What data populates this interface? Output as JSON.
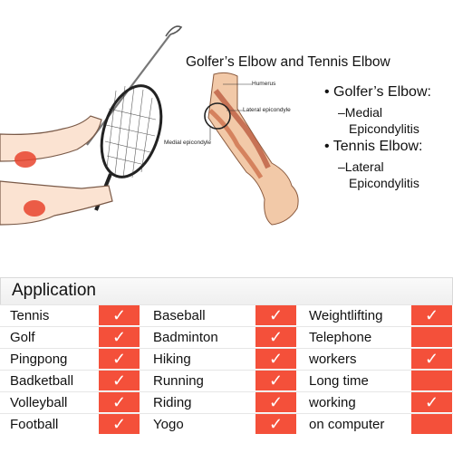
{
  "illustration": {
    "title": "Golfer’s Elbow and Tennis Elbow",
    "labels": {
      "humerus": "Humerus",
      "lateral": "Lateral epicondyle",
      "medial": "Medial epicondyle"
    },
    "bullets": [
      {
        "heading": "Golfer’s Elbow:",
        "detail_line1": "–Medial",
        "detail_line2": "Epicondylitis"
      },
      {
        "heading": "Tennis Elbow:",
        "detail_line1": "–Lateral",
        "detail_line2": "Epicondylitis"
      }
    ]
  },
  "application": {
    "title": "Application",
    "columns": [
      [
        "Tennis",
        "Golf",
        "Pingpong",
        "Badketball",
        "Volleyball",
        "Football"
      ],
      [
        "Baseball",
        "Badminton",
        "Hiking",
        "Running",
        "Riding",
        "Yogo"
      ],
      [
        "Weightlifting",
        "Telephone",
        "workers",
        "Long time",
        "working",
        "on computer"
      ]
    ],
    "checks": [
      [
        true,
        true,
        true,
        true,
        true,
        true
      ],
      [
        true,
        true,
        true,
        true,
        true,
        true
      ],
      [
        true,
        false,
        true,
        false,
        true,
        false
      ]
    ],
    "check_symbol": "✓"
  },
  "colors": {
    "accent": "#f4503a",
    "pain": "#e8442e",
    "skin": "#f2c9a8"
  }
}
